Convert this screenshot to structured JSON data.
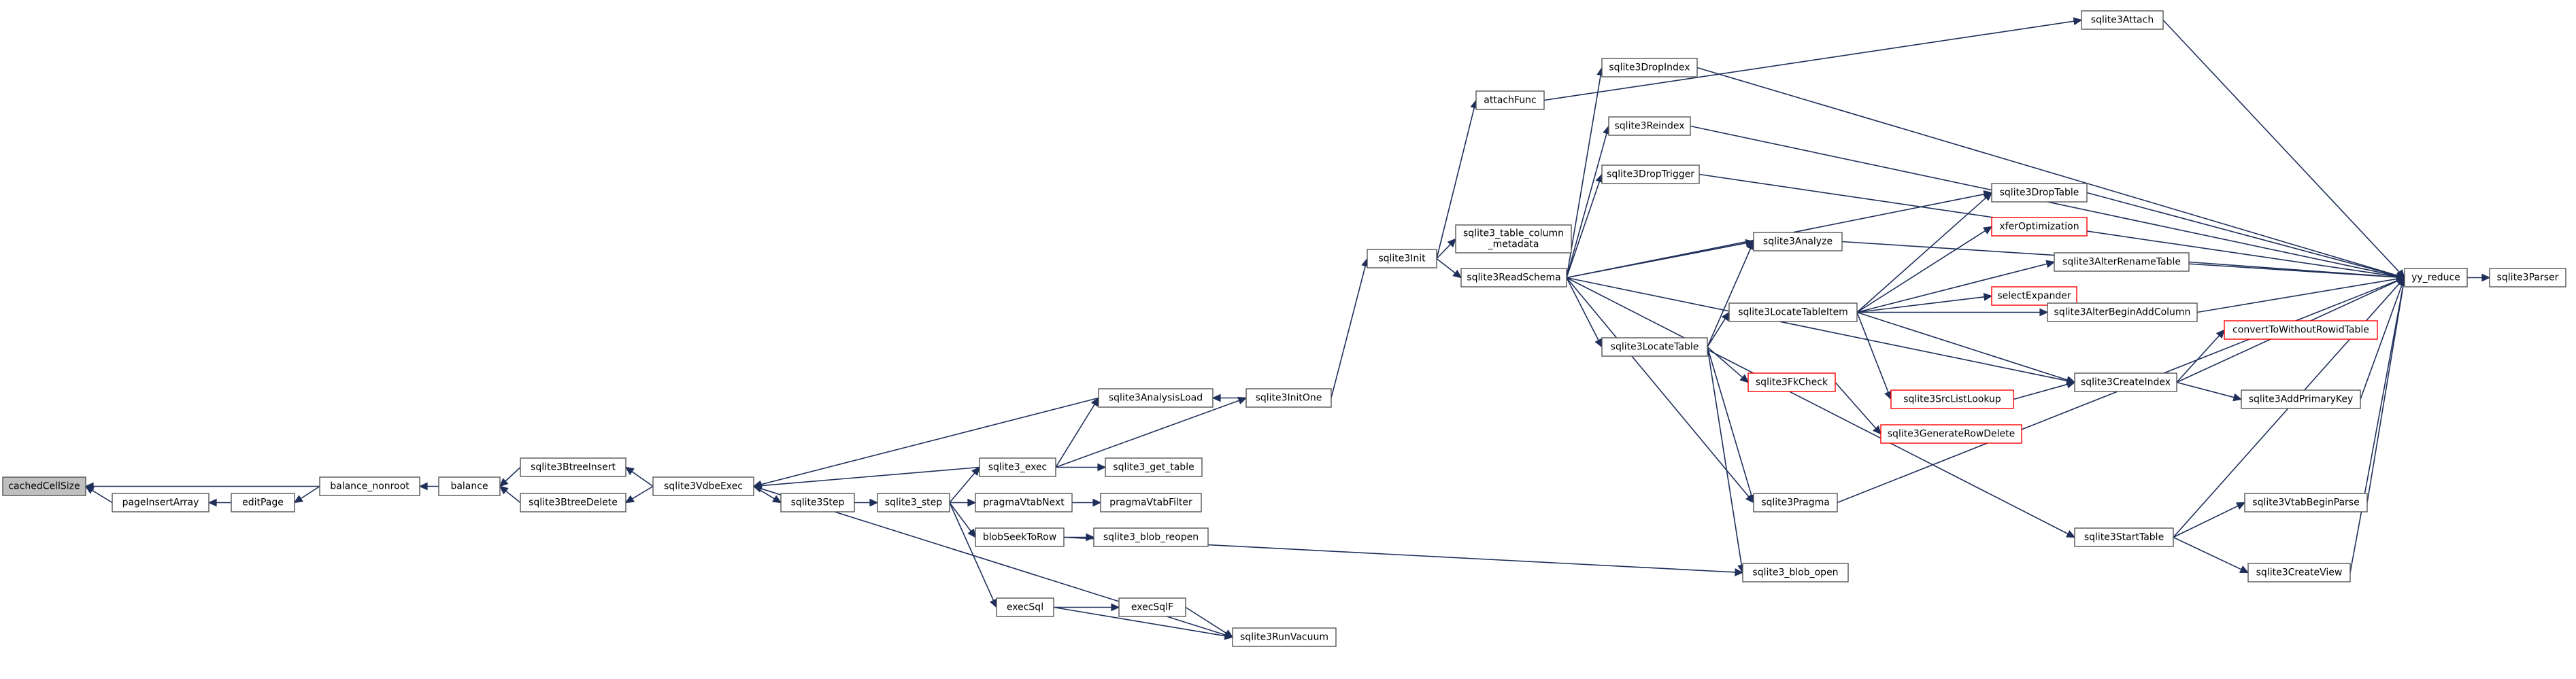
{
  "colors": {
    "edge": "#1f2f5a",
    "node_border": "#555555",
    "node_border_incomplete": "#ff0000",
    "node_fill": "#ffffff",
    "root_fill": "#bfbfbf"
  },
  "nodes": [
    {
      "id": "cachedCellSize",
      "label": "cachedCellSize",
      "root": true
    },
    {
      "id": "pageInsertArray",
      "label": "pageInsertArray"
    },
    {
      "id": "editPage",
      "label": "editPage"
    },
    {
      "id": "balance_nonroot",
      "label": "balance_nonroot"
    },
    {
      "id": "balance",
      "label": "balance"
    },
    {
      "id": "sqlite3BtreeInsert",
      "label": "sqlite3BtreeInsert"
    },
    {
      "id": "sqlite3BtreeDelete",
      "label": "sqlite3BtreeDelete"
    },
    {
      "id": "sqlite3VdbeExec",
      "label": "sqlite3VdbeExec"
    },
    {
      "id": "sqlite3Step",
      "label": "sqlite3Step"
    },
    {
      "id": "sqlite3_step",
      "label": "sqlite3_step"
    },
    {
      "id": "sqlite3_exec",
      "label": "sqlite3_exec"
    },
    {
      "id": "sqlite3AnalysisLoad",
      "label": "sqlite3AnalysisLoad"
    },
    {
      "id": "sqlite3InitOne",
      "label": "sqlite3InitOne"
    },
    {
      "id": "sqlite3Init",
      "label": "sqlite3Init"
    },
    {
      "id": "attachFunc",
      "label": "attachFunc"
    },
    {
      "id": "sqlite3_table_column_metadata",
      "label": [
        "sqlite3_table_column",
        "_metadata"
      ]
    },
    {
      "id": "sqlite3ReadSchema",
      "label": "sqlite3ReadSchema"
    },
    {
      "id": "sqlite3_get_table",
      "label": "sqlite3_get_table"
    },
    {
      "id": "pragmaVtabNext",
      "label": "pragmaVtabNext"
    },
    {
      "id": "pragmaVtabFilter",
      "label": "pragmaVtabFilter"
    },
    {
      "id": "blobSeekToRow",
      "label": "blobSeekToRow"
    },
    {
      "id": "sqlite3_blob_reopen",
      "label": "sqlite3_blob_reopen"
    },
    {
      "id": "execSql",
      "label": "execSql"
    },
    {
      "id": "execSqlF",
      "label": "execSqlF"
    },
    {
      "id": "sqlite3RunVacuum",
      "label": "sqlite3RunVacuum"
    },
    {
      "id": "sqlite3DropIndex",
      "label": "sqlite3DropIndex"
    },
    {
      "id": "sqlite3Reindex",
      "label": "sqlite3Reindex"
    },
    {
      "id": "sqlite3DropTrigger",
      "label": "sqlite3DropTrigger"
    },
    {
      "id": "sqlite3Analyze",
      "label": "sqlite3Analyze"
    },
    {
      "id": "sqlite3LocateTable",
      "label": "sqlite3LocateTable"
    },
    {
      "id": "sqlite3LocateTableItem",
      "label": "sqlite3LocateTableItem"
    },
    {
      "id": "sqlite3FkCheck",
      "label": "sqlite3FkCheck",
      "incomplete": true
    },
    {
      "id": "sqlite3GenerateRowDelete",
      "label": "sqlite3GenerateRowDelete",
      "incomplete": true
    },
    {
      "id": "sqlite3Pragma",
      "label": "sqlite3Pragma"
    },
    {
      "id": "sqlite3_blob_open",
      "label": "sqlite3_blob_open"
    },
    {
      "id": "sqlite3Attach",
      "label": "sqlite3Attach"
    },
    {
      "id": "sqlite3DropTable",
      "label": "sqlite3DropTable"
    },
    {
      "id": "xferOptimization",
      "label": "xferOptimization",
      "incomplete": true
    },
    {
      "id": "selectExpander",
      "label": "selectExpander",
      "incomplete": true
    },
    {
      "id": "sqlite3SrcListLookup",
      "label": "sqlite3SrcListLookup",
      "incomplete": true
    },
    {
      "id": "sqlite3AlterRenameTable",
      "label": "sqlite3AlterRenameTable"
    },
    {
      "id": "sqlite3AlterBeginAddColumn",
      "label": "sqlite3AlterBeginAddColumn"
    },
    {
      "id": "sqlite3CreateIndex",
      "label": "sqlite3CreateIndex"
    },
    {
      "id": "sqlite3StartTable",
      "label": "sqlite3StartTable"
    },
    {
      "id": "convertToWithoutRowidTable",
      "label": "convertToWithoutRowidTable",
      "incomplete": true
    },
    {
      "id": "sqlite3AddPrimaryKey",
      "label": "sqlite3AddPrimaryKey"
    },
    {
      "id": "sqlite3VtabBeginParse",
      "label": "sqlite3VtabBeginParse"
    },
    {
      "id": "sqlite3CreateView",
      "label": "sqlite3CreateView"
    },
    {
      "id": "yy_reduce",
      "label": "yy_reduce"
    },
    {
      "id": "sqlite3Parser",
      "label": "sqlite3Parser"
    }
  ],
  "edges": [
    [
      "pageInsertArray",
      "cachedCellSize"
    ],
    [
      "balance_nonroot",
      "cachedCellSize"
    ],
    [
      "editPage",
      "pageInsertArray"
    ],
    [
      "balance_nonroot",
      "editPage"
    ],
    [
      "balance",
      "balance_nonroot"
    ],
    [
      "sqlite3BtreeInsert",
      "balance"
    ],
    [
      "sqlite3BtreeDelete",
      "balance"
    ],
    [
      "sqlite3VdbeExec",
      "sqlite3BtreeInsert"
    ],
    [
      "sqlite3VdbeExec",
      "sqlite3BtreeDelete"
    ],
    [
      "sqlite3AnalysisLoad",
      "sqlite3VdbeExec"
    ],
    [
      "sqlite3_exec",
      "sqlite3VdbeExec"
    ],
    [
      "sqlite3RunVacuum",
      "sqlite3VdbeExec"
    ],
    [
      "sqlite3VdbeExec",
      "sqlite3Step"
    ],
    [
      "sqlite3Step",
      "sqlite3_step"
    ],
    [
      "sqlite3_step",
      "sqlite3_exec"
    ],
    [
      "sqlite3_step",
      "pragmaVtabNext"
    ],
    [
      "sqlite3_step",
      "blobSeekToRow"
    ],
    [
      "sqlite3_step",
      "execSql"
    ],
    [
      "sqlite3_exec",
      "sqlite3AnalysisLoad"
    ],
    [
      "sqlite3InitOne",
      "sqlite3AnalysisLoad"
    ],
    [
      "sqlite3_exec",
      "sqlite3InitOne"
    ],
    [
      "sqlite3_exec",
      "sqlite3_get_table"
    ],
    [
      "sqlite3InitOne",
      "sqlite3Init"
    ],
    [
      "sqlite3Init",
      "attachFunc"
    ],
    [
      "sqlite3Init",
      "sqlite3_table_column_metadata"
    ],
    [
      "sqlite3Init",
      "sqlite3ReadSchema"
    ],
    [
      "attachFunc",
      "sqlite3Attach"
    ],
    [
      "pragmaVtabNext",
      "pragmaVtabFilter"
    ],
    [
      "blobSeekToRow",
      "sqlite3_blob_reopen"
    ],
    [
      "blobSeekToRow",
      "sqlite3_blob_open"
    ],
    [
      "execSql",
      "execSqlF"
    ],
    [
      "execSql",
      "sqlite3RunVacuum"
    ],
    [
      "execSqlF",
      "sqlite3RunVacuum"
    ],
    [
      "sqlite3ReadSchema",
      "sqlite3DropIndex"
    ],
    [
      "sqlite3ReadSchema",
      "sqlite3Reindex"
    ],
    [
      "sqlite3ReadSchema",
      "sqlite3DropTrigger"
    ],
    [
      "sqlite3ReadSchema",
      "sqlite3Analyze"
    ],
    [
      "sqlite3ReadSchema",
      "sqlite3DropTable"
    ],
    [
      "sqlite3ReadSchema",
      "sqlite3LocateTable"
    ],
    [
      "sqlite3ReadSchema",
      "sqlite3Pragma"
    ],
    [
      "sqlite3ReadSchema",
      "sqlite3CreateIndex"
    ],
    [
      "sqlite3ReadSchema",
      "sqlite3StartTable"
    ],
    [
      "sqlite3LocateTable",
      "sqlite3Analyze"
    ],
    [
      "sqlite3LocateTable",
      "sqlite3LocateTableItem"
    ],
    [
      "sqlite3LocateTable",
      "sqlite3FkCheck"
    ],
    [
      "sqlite3LocateTable",
      "sqlite3Pragma"
    ],
    [
      "sqlite3LocateTable",
      "sqlite3_blob_open"
    ],
    [
      "sqlite3FkCheck",
      "sqlite3GenerateRowDelete"
    ],
    [
      "sqlite3LocateTableItem",
      "sqlite3DropTable"
    ],
    [
      "sqlite3LocateTableItem",
      "xferOptimization"
    ],
    [
      "sqlite3LocateTableItem",
      "selectExpander"
    ],
    [
      "sqlite3LocateTableItem",
      "sqlite3SrcListLookup"
    ],
    [
      "sqlite3LocateTableItem",
      "sqlite3AlterRenameTable"
    ],
    [
      "sqlite3LocateTableItem",
      "sqlite3AlterBeginAddColumn"
    ],
    [
      "sqlite3LocateTableItem",
      "sqlite3CreateIndex"
    ],
    [
      "sqlite3SrcListLookup",
      "sqlite3CreateIndex"
    ],
    [
      "sqlite3CreateIndex",
      "convertToWithoutRowidTable"
    ],
    [
      "sqlite3CreateIndex",
      "sqlite3AddPrimaryKey"
    ],
    [
      "sqlite3CreateIndex",
      "yy_reduce"
    ],
    [
      "sqlite3StartTable",
      "sqlite3VtabBeginParse"
    ],
    [
      "sqlite3StartTable",
      "sqlite3CreateView"
    ],
    [
      "sqlite3StartTable",
      "yy_reduce"
    ],
    [
      "sqlite3Attach",
      "yy_reduce"
    ],
    [
      "sqlite3DropIndex",
      "yy_reduce"
    ],
    [
      "sqlite3Reindex",
      "yy_reduce"
    ],
    [
      "sqlite3DropTrigger",
      "yy_reduce"
    ],
    [
      "sqlite3Analyze",
      "yy_reduce"
    ],
    [
      "sqlite3DropTable",
      "yy_reduce"
    ],
    [
      "sqlite3Pragma",
      "yy_reduce"
    ],
    [
      "sqlite3AlterRenameTable",
      "yy_reduce"
    ],
    [
      "sqlite3AlterBeginAddColumn",
      "yy_reduce"
    ],
    [
      "sqlite3AddPrimaryKey",
      "yy_reduce"
    ],
    [
      "sqlite3VtabBeginParse",
      "yy_reduce"
    ],
    [
      "sqlite3CreateView",
      "yy_reduce"
    ],
    [
      "yy_reduce",
      "sqlite3Parser"
    ]
  ]
}
